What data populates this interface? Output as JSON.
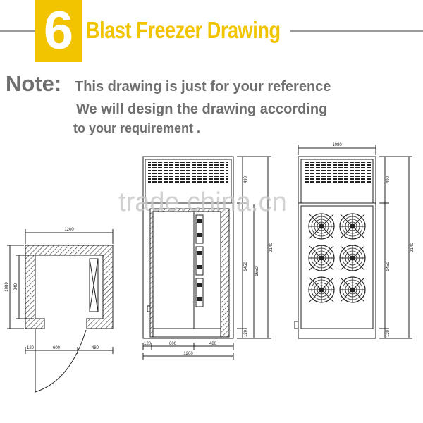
{
  "header": {
    "number": "6",
    "title": "Blast Freezer Drawing"
  },
  "note": {
    "label": "Note:",
    "lines": [
      "This drawing is just for your reference",
      "We will design the drawing according",
      "to your requirement ."
    ]
  },
  "watermark": "trade.china.cn",
  "plan_view": {
    "top_width": "1200",
    "left_outer": "1080",
    "left_inner": "940",
    "bottom": [
      "120",
      "600",
      "480"
    ]
  },
  "front_view": {
    "bottom_segments": [
      "120",
      "600",
      "480"
    ],
    "bottom_total": "1200",
    "right_dims": [
      "490",
      "1450",
      "120"
    ],
    "right_mid": "1650",
    "right_total": "2140"
  },
  "side_view": {
    "top_width": "1080",
    "right_dims": [
      "490",
      "1450",
      "120"
    ],
    "right_total": "2140"
  },
  "colors": {
    "accent": "#f2c400",
    "text_gray": "#6e6e6e",
    "line": "#222222"
  }
}
